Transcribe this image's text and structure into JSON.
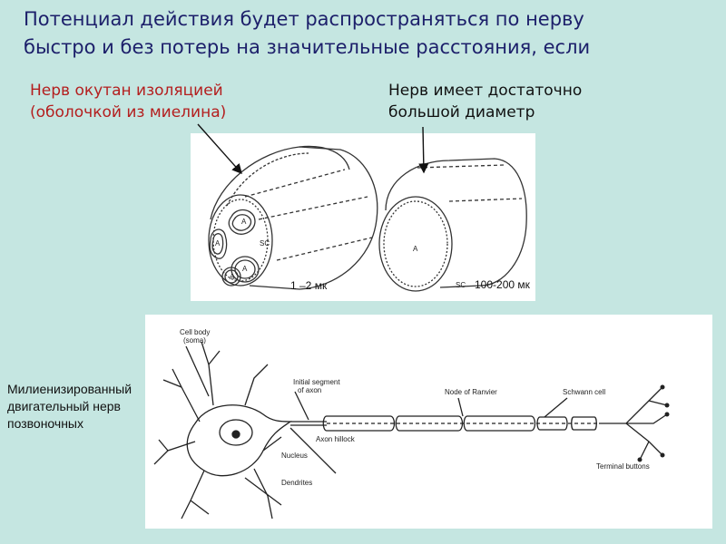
{
  "title": "Потенциал действия будет распространяться по нерву\nбыстро и без потерь на значительные расстояния, если",
  "conditions": {
    "myelin": "Нерв окутан изоляцией\n(оболочкой из миелина)",
    "diameter": "Нерв имеет достаточно\nбольшой диаметр"
  },
  "sizes": {
    "myelinated": "1 –2 мк",
    "unmyelinated": "100-200 мк"
  },
  "figure_top_labels": {
    "a": "A",
    "sc": "SC"
  },
  "bottom_caption": "Милиенизированный\nдвигательный нерв\nпозвоночных",
  "neuron_labels": {
    "cell_body": "Cell body",
    "soma": "(soma)",
    "initial_segment": "Initial segment",
    "of_axon": "of axon",
    "node_of_ranvier": "Node of Ranvier",
    "schwann_cell": "Schwann cell",
    "axon_hillock": "Axon hillock",
    "nucleus": "Nucleus",
    "dendrites": "Dendrites",
    "terminal_buttons": "Terminal buttons"
  },
  "colors": {
    "background": "#c5e6e1",
    "title": "#1c1f6a",
    "accent_red": "#b41e1e"
  }
}
